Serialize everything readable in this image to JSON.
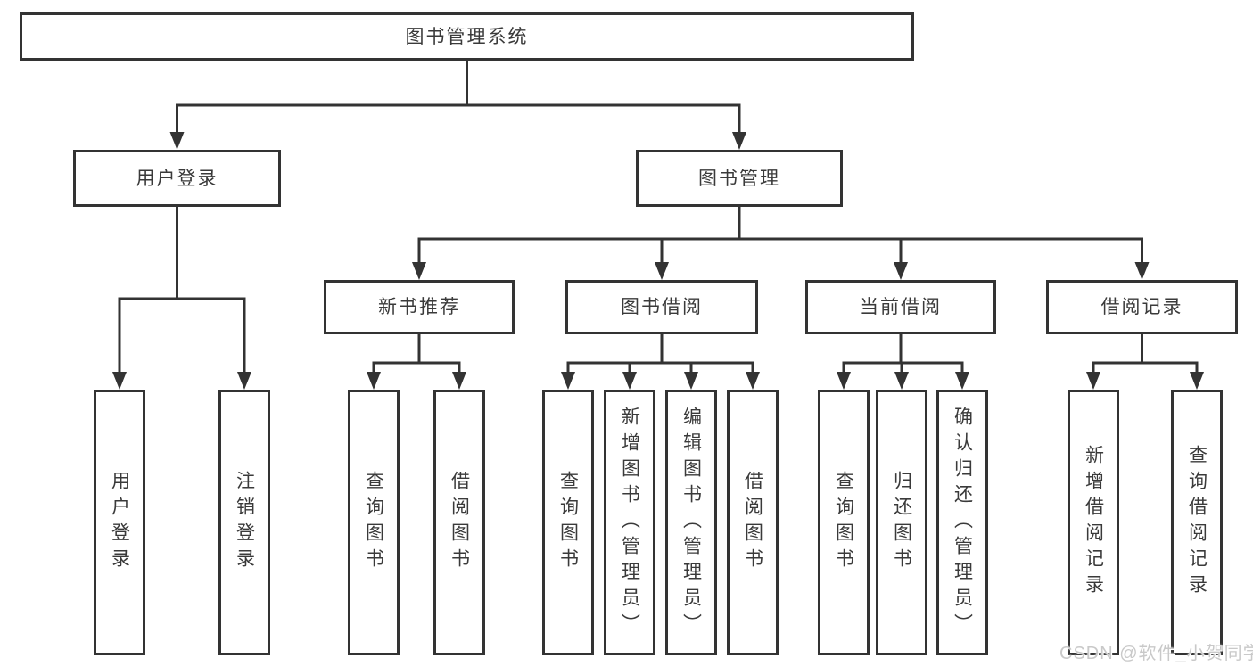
{
  "diagram": {
    "root": {
      "label": "图书管理系统"
    },
    "branches": [
      {
        "label": "用户登录",
        "children": [
          {
            "label": "用户登录"
          },
          {
            "label": "注销登录"
          }
        ]
      },
      {
        "label": "图书管理",
        "children": [
          {
            "label": "新书推荐",
            "children": [
              {
                "label": "查询图书"
              },
              {
                "label": "借阅图书"
              }
            ]
          },
          {
            "label": "图书借阅",
            "children": [
              {
                "label": "查询图书"
              },
              {
                "label": "新增图书（管理员）"
              },
              {
                "label": "编辑图书（管理员）"
              },
              {
                "label": "借阅图书"
              }
            ]
          },
          {
            "label": "当前借阅",
            "children": [
              {
                "label": "查询图书"
              },
              {
                "label": "归还图书"
              },
              {
                "label": "确认归还（管理员）"
              }
            ]
          },
          {
            "label": "借阅记录",
            "children": [
              {
                "label": "新增借阅记录"
              },
              {
                "label": "查询借阅记录"
              }
            ]
          }
        ]
      }
    ],
    "watermark": "CSDN @软件_小贺同学",
    "colors": {
      "line": "#333333",
      "text": "#3a3a3a",
      "box_background": "#ffffff",
      "watermark": "#c9c9c9"
    }
  }
}
